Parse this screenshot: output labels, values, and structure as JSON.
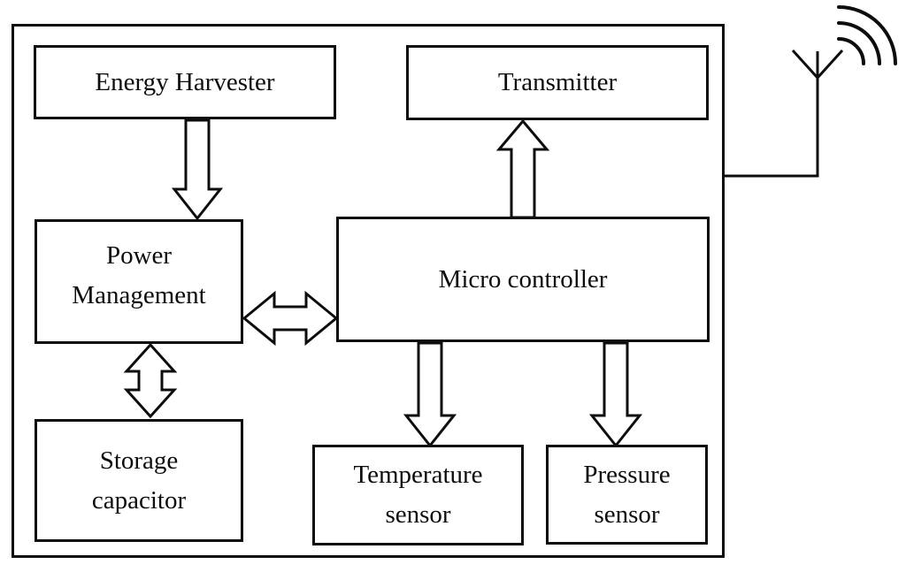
{
  "diagram": {
    "colors": {
      "stroke": "#0d0d0d",
      "box_fill": "#ffffff",
      "background": "#ffffff"
    },
    "blocks": {
      "energy_harvester": {
        "label": "Energy Harvester"
      },
      "transmitter": {
        "label": "Transmitter"
      },
      "power_management": {
        "line1": "Power",
        "line2": "Management"
      },
      "micro_controller": {
        "label": "Micro controller"
      },
      "storage_capacitor": {
        "line1": "Storage",
        "line2": "capacitor"
      },
      "temperature_sensor": {
        "line1": "Temperature",
        "line2": "sensor"
      },
      "pressure_sensor": {
        "line1": "Pressure",
        "line2": "sensor"
      }
    },
    "icons": {
      "antenna": "antenna-icon",
      "radio_waves": "radio-waves-icon"
    },
    "connections": [
      {
        "from": "Energy Harvester",
        "to": "Power Management",
        "style": "block-arrow",
        "direction": "down"
      },
      {
        "from": "Micro controller",
        "to": "Transmitter",
        "style": "block-arrow",
        "direction": "up"
      },
      {
        "from": "Power Management",
        "to": "Micro controller",
        "style": "block-arrow",
        "direction": "bidirectional-horizontal"
      },
      {
        "from": "Power Management",
        "to": "Storage capacitor",
        "style": "block-arrow",
        "direction": "bidirectional-vertical"
      },
      {
        "from": "Micro controller",
        "to": "Temperature sensor",
        "style": "block-arrow",
        "direction": "down"
      },
      {
        "from": "Micro controller",
        "to": "Pressure sensor",
        "style": "block-arrow",
        "direction": "down"
      },
      {
        "from": "enclosure",
        "to": "antenna",
        "style": "line",
        "direction": "right"
      }
    ]
  }
}
